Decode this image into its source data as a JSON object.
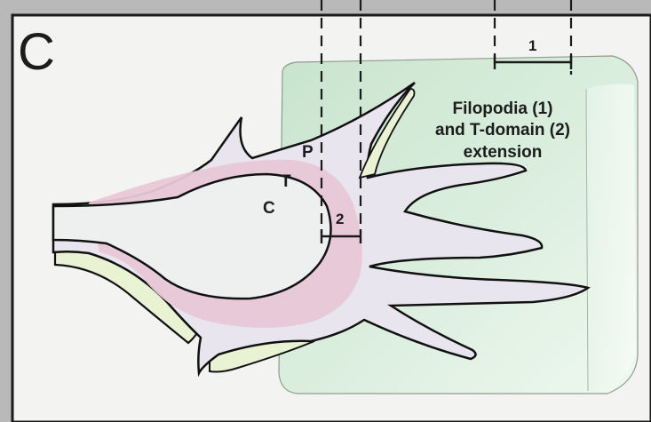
{
  "panel": {
    "letter": "C"
  },
  "labels": {
    "p_domain": "P",
    "t_domain": "T",
    "c_domain": "C"
  },
  "measurements": {
    "filopodia_marker": "1",
    "t_domain_marker": "2"
  },
  "caption": {
    "line1": "Filopodia (1)",
    "line2": "and T-domain (2)",
    "line3": "extension"
  },
  "colors": {
    "background_frame": "#b9b9b9",
    "panel_background": "#f3f3f2",
    "panel_border": "#1a1a1a",
    "green_box": "#d4ead8",
    "p_domain_fill": "#e8e5ee",
    "t_domain_fill": "#e8c7d5",
    "c_domain_fill": "#eef0ef",
    "filopod_highlight": "#e9f3d4",
    "outline": "#111111"
  }
}
